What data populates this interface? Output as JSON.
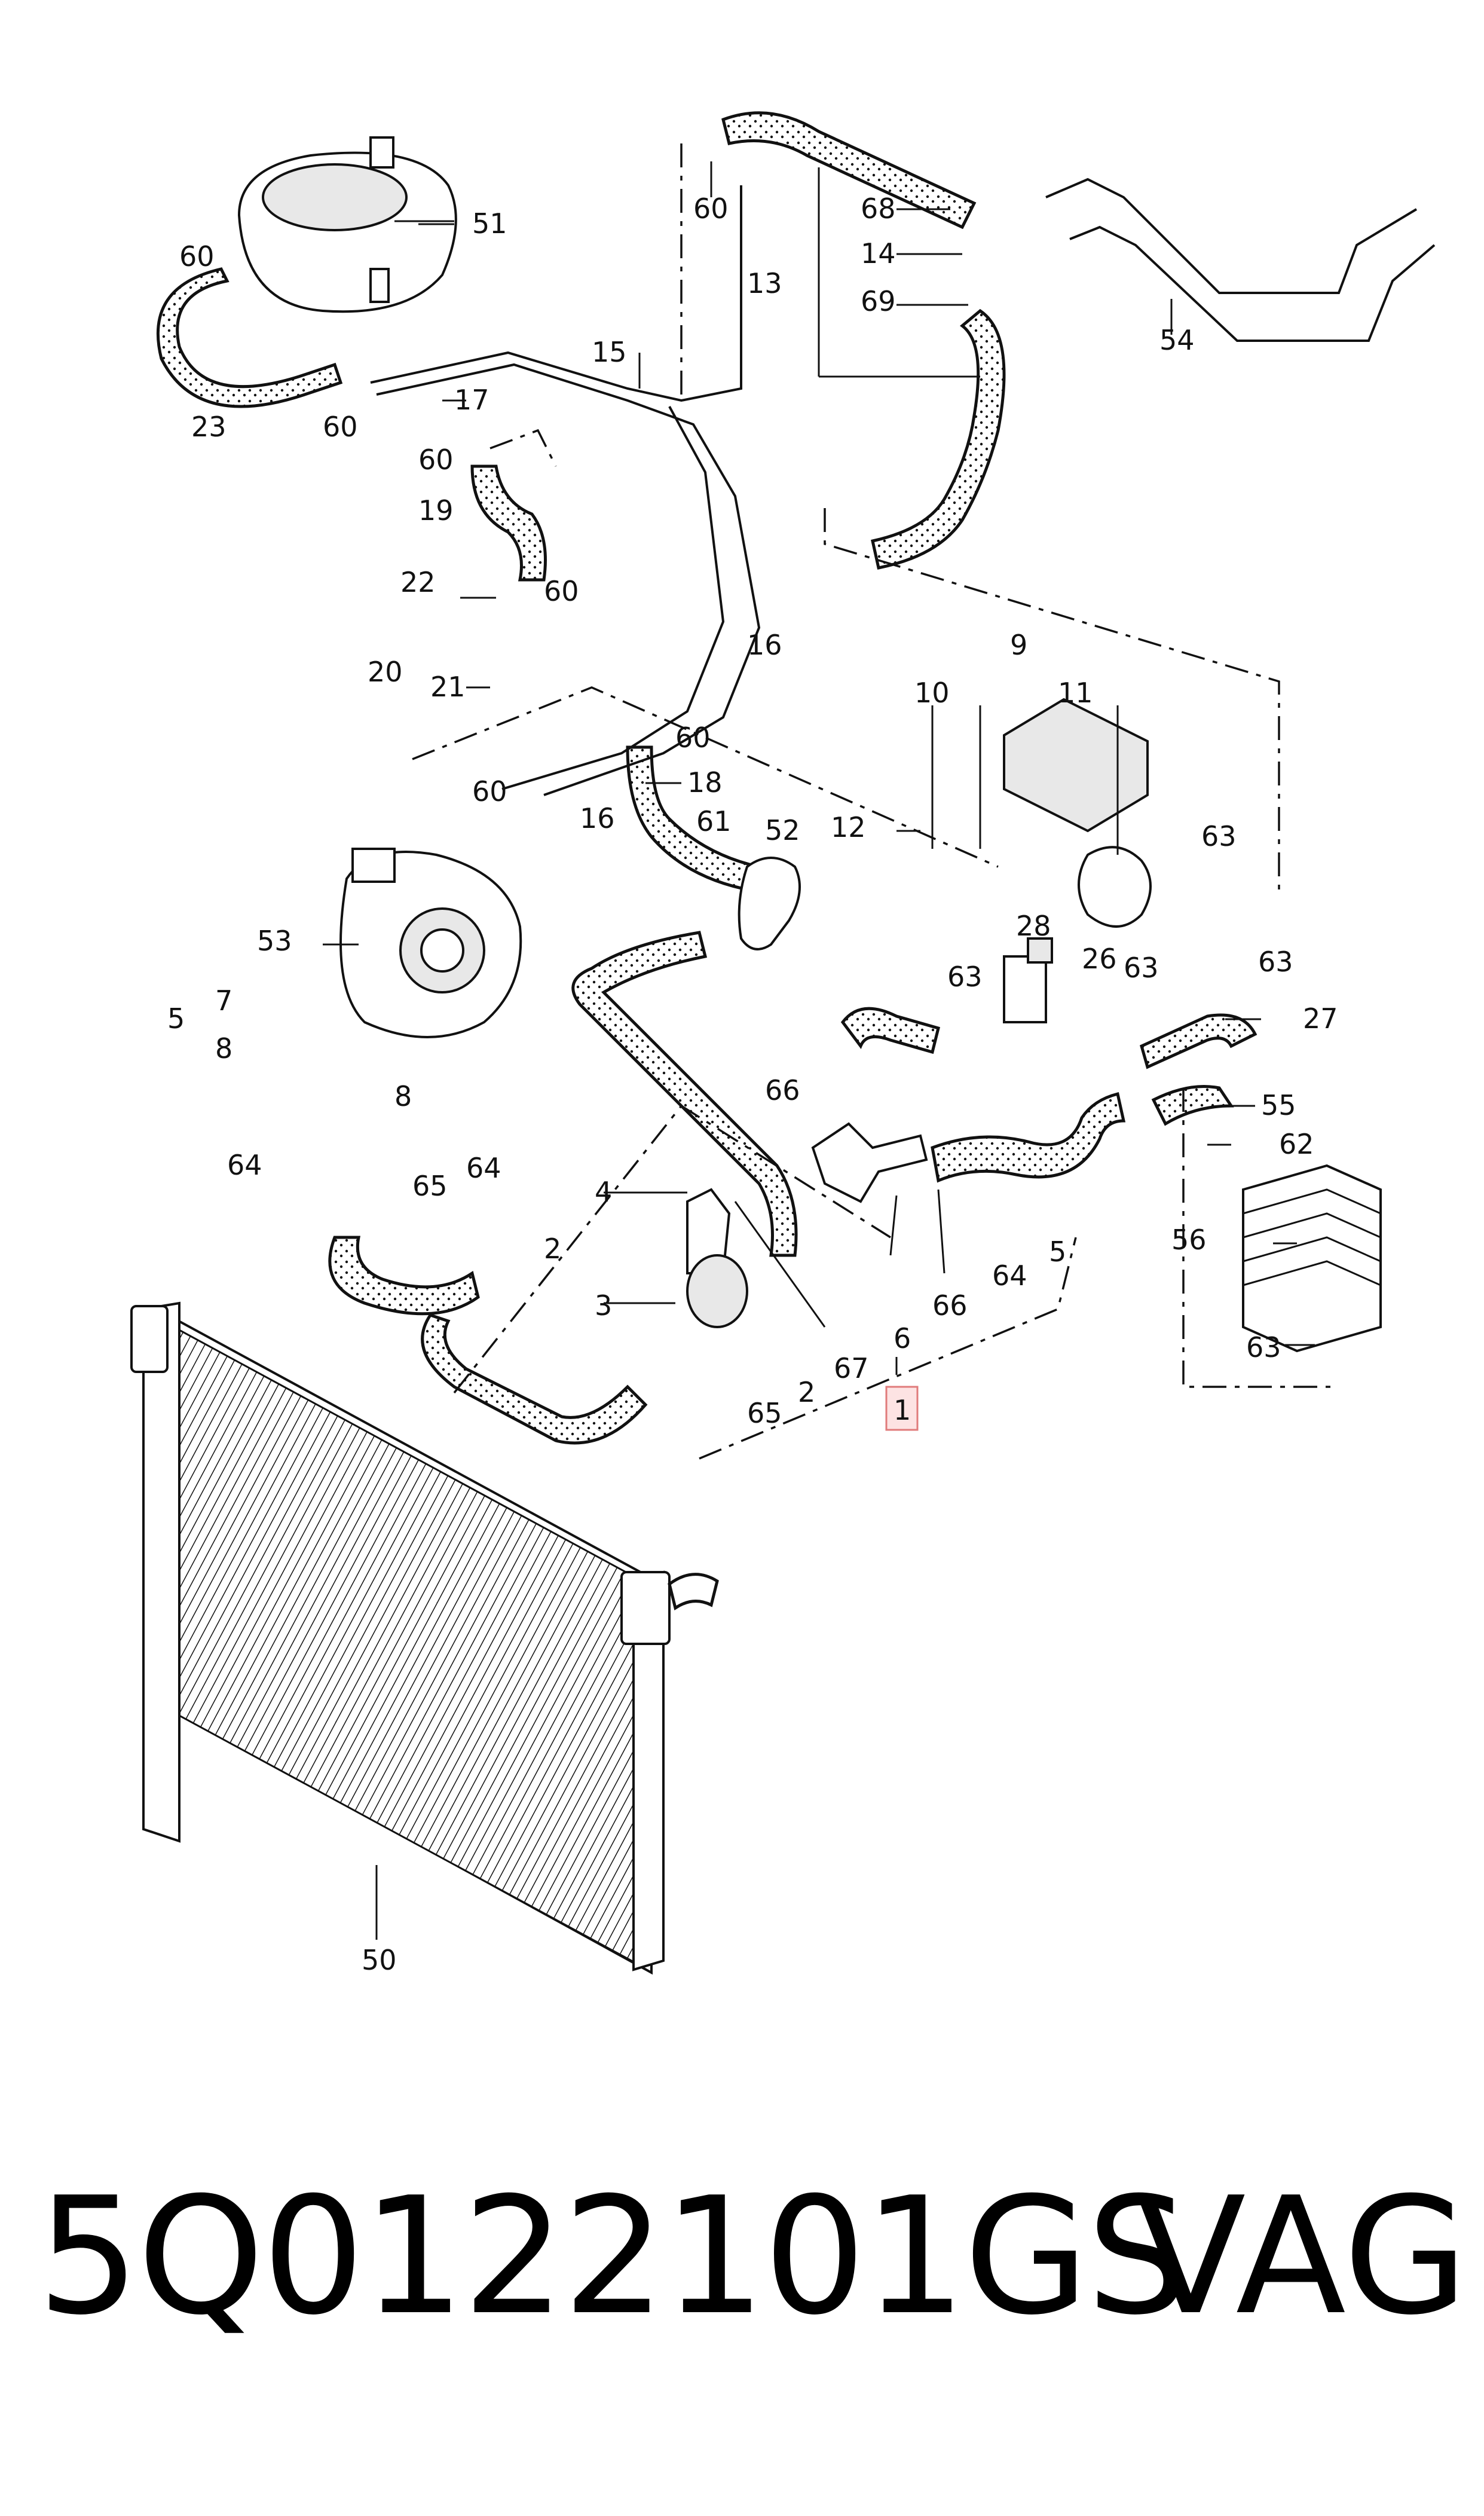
{
  "diagram": {
    "labels": [
      "60",
      "51",
      "60",
      "23",
      "60",
      "17",
      "15",
      "60",
      "19",
      "22",
      "60",
      "20",
      "21",
      "16",
      "60",
      "16",
      "18",
      "61",
      "52",
      "68",
      "14",
      "69",
      "13",
      "54",
      "60",
      "9",
      "10",
      "11",
      "12",
      "63",
      "53",
      "5",
      "7",
      "8",
      "8",
      "28",
      "26",
      "63",
      "63",
      "27",
      "63",
      "66",
      "55",
      "62",
      "64",
      "65",
      "64",
      "4",
      "2",
      "3",
      "56",
      "6",
      "66",
      "64",
      "5",
      "67",
      "65",
      "2",
      "63",
      "1",
      "50"
    ],
    "highlighted_label": "1"
  },
  "caption": {
    "part_number": "5Q0122101GS",
    "brand": "VAG"
  }
}
